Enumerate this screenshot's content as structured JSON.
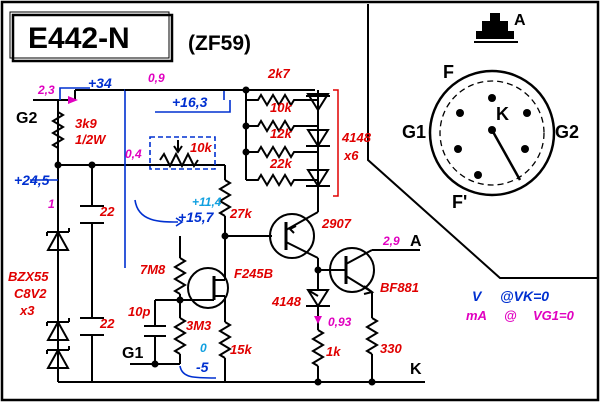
{
  "tube": {
    "type": "E442-N",
    "code": "(ZF59)"
  },
  "pins": {
    "g2": "G2",
    "g1": "G1",
    "a": "A",
    "k": "K",
    "a_base": "A",
    "f": "F",
    "f2": "F'",
    "k_base": "K",
    "g1_base": "G1",
    "g2_base": "G2"
  },
  "voltages": {
    "v34": "+34",
    "v163": "+16,3",
    "v245": "+24,5",
    "v114": "+11,4",
    "v157": "+15,7",
    "vneg5": "-5",
    "v0": "0"
  },
  "currents": {
    "i23": "2,3",
    "i09": "0,9",
    "i04": "0,4",
    "i1": "1",
    "i29": "2,9",
    "i093": "0,93"
  },
  "components": {
    "r3k9": "3k9",
    "r3k9b": "1/2W",
    "r2k7": "2k7",
    "r10k_a": "10k",
    "r12k": "12k",
    "r22k": "22k",
    "d4148": "4148",
    "d4148b": "x6",
    "pot10k": "10k",
    "r27k": "27k",
    "c22a": "22",
    "c22b": "22",
    "zener_a": "BZX55",
    "zener_b": "C8V2",
    "zener_c": "x3",
    "r7m8": "7M8",
    "c10p": "10p",
    "r3m3": "3M3",
    "r15k": "15k",
    "fet": "F245B",
    "pnp": "2907",
    "npn": "BF881",
    "d4148c": "4148",
    "r1k": "1k",
    "r330": "330"
  },
  "legend": {
    "v_unit": "V",
    "v_cond": "@VK=0",
    "ma_unit": "mA",
    "ma_cond": "@",
    "ma_cond2": "VG1=0"
  }
}
